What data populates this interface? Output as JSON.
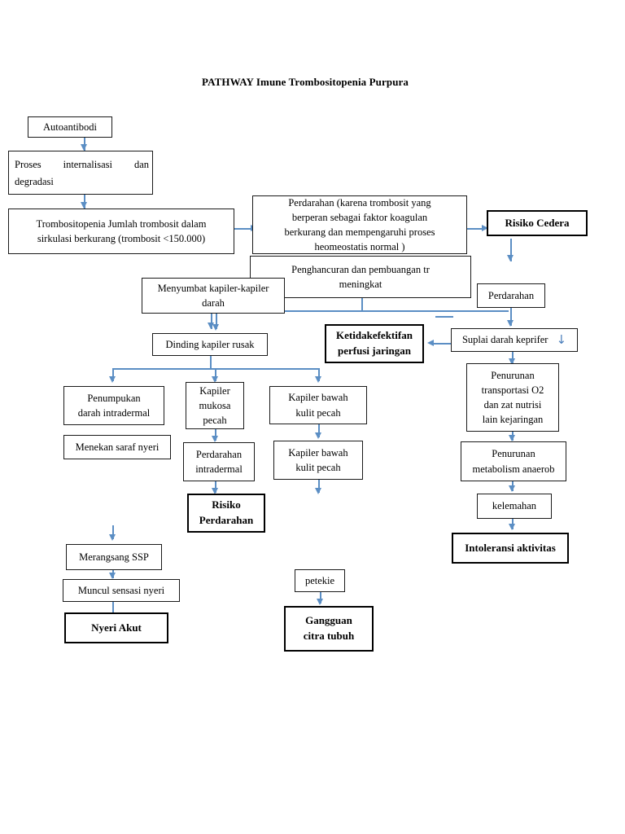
{
  "title": "PATHWAY Imune Trombositopenia Purpura",
  "colors": {
    "connector": "#5b8ec4",
    "box_border": "#1a1a1a",
    "diagnosis_border": "#000000",
    "background": "#ffffff"
  },
  "nodes": {
    "autoantibodi": "Autoantibodi",
    "proses_internalisasi_1": "Proses internalisasi dan",
    "proses_internalisasi_2": "degradasi",
    "trombositopenia_1": "Trombositopenia Jumlah trombosit  dalam",
    "trombositopenia_2": "sirkulasi berkurang (trombosit <150.000)",
    "perdarahan_besar_1": "Perdarahan (karena trombosit yang",
    "perdarahan_besar_2": "berperan sebagai faktor koagulan",
    "perdarahan_besar_3": "berkurang dan mempengaruhi proses",
    "perdarahan_besar_4": "heomeostatis normal )",
    "penghancuran_1": "Penghancuran  dan pembuangan tr",
    "penghancuran_2": "meningkat",
    "risiko_cedera": "Risiko Cedera",
    "perdarahan": "Perdarahan",
    "suplai_darah": "Suplai darah keprifer",
    "suplai_darah_arrow": "↓",
    "menyumbat_1": "Menyumbat kapiler-kapiler",
    "menyumbat_2": "darah",
    "dinding_kapiler": "Dinding kapiler rusak",
    "ketidakefektifan_1": "Ketidakefektifan",
    "ketidakefektifan_2": "perfusi jaringan",
    "penumpukan_1": "Penumpukan",
    "penumpukan_2": "darah intradermal",
    "menekan_saraf": "Menekan saraf nyeri",
    "kapiler_mukosa_1": "Kapiler",
    "kapiler_mukosa_2": "mukosa",
    "kapiler_mukosa_3": "pecah",
    "perdarahan_intradermal_1": "Perdarahan",
    "perdarahan_intradermal_2": "intradermal",
    "kapiler_bawah_a_1": "Kapiler bawah",
    "kapiler_bawah_a_2": "kulit pecah",
    "kapiler_bawah_b_1": "Kapiler bawah",
    "kapiler_bawah_b_2": "kulit pecah",
    "risiko_perdarahan_1": "Risiko",
    "risiko_perdarahan_2": "Perdarahan",
    "penurunan_transportasi_1": "Penurunan",
    "penurunan_transportasi_2": "transportasi O2",
    "penurunan_transportasi_3": "dan zat nutrisi",
    "penurunan_transportasi_4": "lain kejaringan",
    "penurunan_metabolism_1": "Penurunan",
    "penurunan_metabolism_2": "metabolism anaerob",
    "kelemahan": "kelemahan",
    "intoleransi": "Intoleransi aktivitas",
    "merangsang_ssp": "Merangsang SSP",
    "muncul_sensasi": "Muncul sensasi nyeri",
    "nyeri_akut": "Nyeri Akut",
    "petekie": "petekie",
    "gangguan_1": "Gangguan",
    "gangguan_2": "citra tubuh"
  }
}
